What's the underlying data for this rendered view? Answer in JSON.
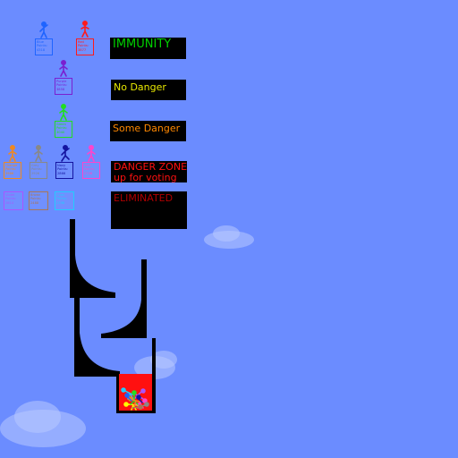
{
  "labels": {
    "immunity": "IMMUNITY",
    "no_danger": "No Danger",
    "some_danger": "Some Danger",
    "danger_zone": "DANGER ZONE",
    "up_for_voting": "up for voting",
    "eliminated": "ELIMINATED"
  },
  "colors": {
    "background": "#6b8cff",
    "immunity_text": "#00d000",
    "no_danger_text": "#e8e800",
    "some_danger_text": "#ff8800",
    "danger_text": "#ff1010",
    "eliminated_text": "#b00000",
    "finish_box": "#ff1010"
  },
  "contestants": {
    "blue": {
      "name": "Blue",
      "line2": "Points:",
      "score": "4318",
      "color": "#1e64ff"
    },
    "red": {
      "name": "Red",
      "line2": "Points:",
      "score": "3877",
      "color": "#ff1a1a"
    },
    "purple": {
      "name": "Purple",
      "line2": "Points:",
      "score": "3858",
      "color": "#7a1fd0"
    },
    "green": {
      "name": "Green",
      "line2": "Points:",
      "score": "3040",
      "color": "#22dd22"
    },
    "orange": {
      "name": "Orange",
      "line2": "Points:",
      "score": "2966",
      "color": "#ee8822"
    },
    "grey": {
      "name": "Grey",
      "line2": "Points:",
      "score": "2926",
      "color": "#888888"
    },
    "navy": {
      "name": "Navy",
      "line2": "Points:",
      "score": "2866",
      "color": "#1414a0"
    },
    "pink": {
      "name": "Pink",
      "line2": "Points:",
      "score": "2748",
      "color": "#ff44cc"
    },
    "violet": {
      "name": "Violet",
      "line2": "Points:",
      "score": "2614",
      "color": "#aa55ff"
    },
    "brown": {
      "name": "Brown",
      "line2": "Points:",
      "score": "2488",
      "color": "#aa7755"
    },
    "cyan": {
      "name": "Cyan",
      "line2": "Points:",
      "score": "2398",
      "color": "#22ccff"
    }
  }
}
